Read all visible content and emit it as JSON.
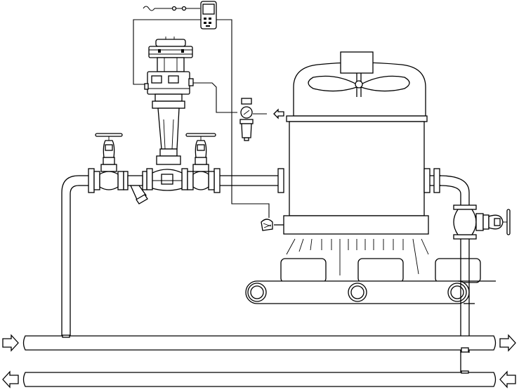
{
  "diagram": {
    "kind": "line-drawing",
    "colors": {
      "line": "#000000",
      "background": "#ffffff"
    },
    "components": [
      "power-supply",
      "controller",
      "pneumatic-actuator",
      "control-valve",
      "gate-valve-left",
      "gate-valve-right",
      "y-strainer",
      "air-filter-regulator",
      "temperature-sensor",
      "vessel",
      "agitator",
      "conveyor",
      "outlet-valve",
      "supply-header",
      "return-header"
    ],
    "flow_arrows": [
      {
        "name": "supply-inlet-arrow",
        "direction": "right"
      },
      {
        "name": "supply-outlet-arrow",
        "direction": "right"
      },
      {
        "name": "return-inlet-arrow",
        "direction": "left"
      },
      {
        "name": "return-outlet-arrow",
        "direction": "left"
      },
      {
        "name": "air-supply-arrow",
        "direction": "left"
      }
    ]
  }
}
